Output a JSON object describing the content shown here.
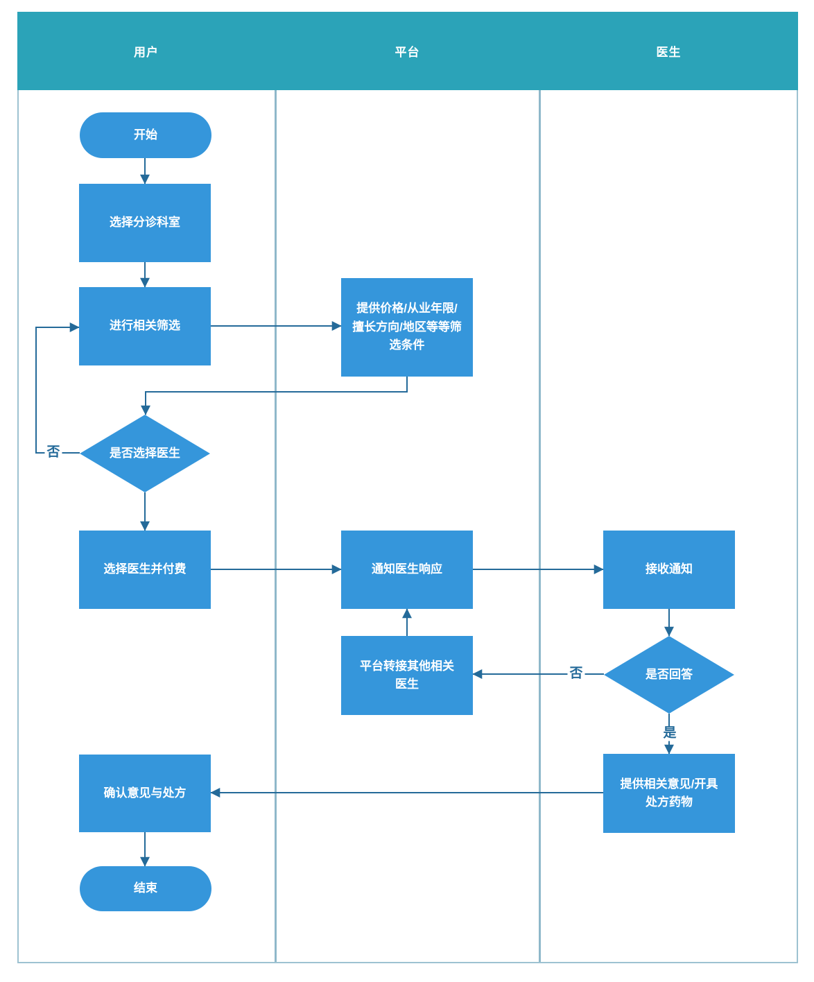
{
  "lanes": {
    "user": "用户",
    "platform": "平台",
    "doctor": "医生"
  },
  "nodes": {
    "start": "开始",
    "select_department": "选择分诊科室",
    "apply_filters": "进行相关筛选",
    "provide_filter_options": "提供价格/从业年限/擅长方向/地区等等筛选条件",
    "decide_select_doctor": "是否选择医生",
    "select_doctor_and_pay": "选择医生并付费",
    "notify_doctor": "通知医生响应",
    "receive_notification": "接收通知",
    "decide_answer": "是否回答",
    "transfer_other_doctor": "平台转接其他相关医生",
    "provide_advice_prescription": "提供相关意见/开具处方药物",
    "confirm_advice_prescription": "确认意见与处方",
    "end": "结束"
  },
  "edge_labels": {
    "select_doctor_no": "否",
    "answer_no": "否",
    "answer_yes": "是"
  },
  "colors": {
    "header_teal": "#2ba3b8",
    "node_blue": "#3596db",
    "connector_blue": "#246a99",
    "lane_border": "#8fb8ca",
    "frame_border": "#9dc2d1",
    "node_text": "#ffffff"
  }
}
